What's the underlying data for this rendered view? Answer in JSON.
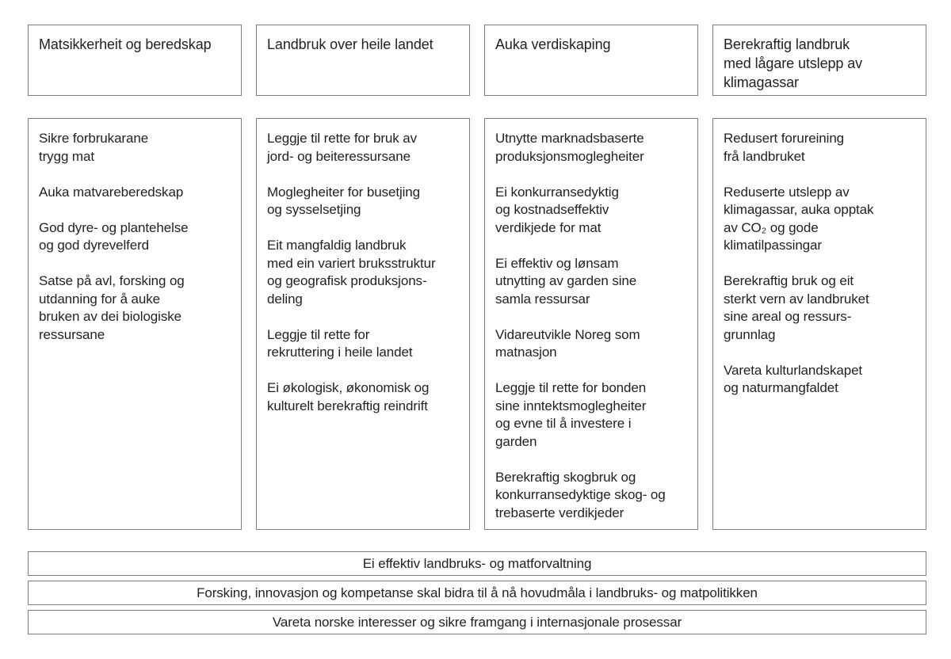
{
  "columns": [
    {
      "header": "Matsikkerheit og beredskap",
      "items": [
        "Sikre forbrukarane\ntrygg mat",
        "Auka matvareberedskap",
        "God dyre- og plantehelse\nog god dyrevelferd",
        "Satse på avl, forsking og\nutdanning for å auke\nbruken av dei biologiske\nressursane"
      ]
    },
    {
      "header": "Landbruk over heile landet",
      "items": [
        "Leggje til rette for bruk av\njord- og beiteressursane",
        "Moglegheiter for busetjing\nog sysselsetjing",
        "Eit mangfaldig landbruk\nmed ein variert bruksstruktur\nog geografisk produksjons-\ndeling",
        "Leggje til rette for\nrekruttering i heile landet",
        "Ei økologisk, økonomisk og\nkulturelt berekraftig reindrift"
      ]
    },
    {
      "header": "Auka verdiskaping",
      "items": [
        "Utnytte marknadsbaserte\nproduksjonsmoglegheiter",
        "Ei konkurransedyktig\nog kostnadseffektiv\nverdikjede for mat",
        "Ei effektiv og lønsam\nutnytting av garden sine\nsamla ressursar",
        "Vidareutvikle Noreg som\nmatnasjon",
        "Leggje til rette for bonden\nsine inntektsmoglegheiter\nog evne til å investere i\ngarden",
        "Berekraftig skogbruk og\nkonkurransedyktige skog- og\ntrebaserte verdikjeder"
      ]
    },
    {
      "header": "Berekraftig landbruk\nmed lågare utslepp av\nklimagassar",
      "items": [
        "Redusert forureining\nfrå landbruket",
        "Reduserte utslepp av\nklimagassar, auka opptak\nav CO₂ og gode\nklimatilpassingar",
        "Berekraftig bruk og eit\nsterkt vern av landbruket\nsine areal og ressurs-\ngrunnlag",
        "Vareta kulturlandskapet\nog naturmangfaldet"
      ]
    }
  ],
  "bars": [
    "Ei effektiv landbruks- og matforvaltning",
    "Forsking, innovasjon og kompetanse skal bidra til å nå hovudmåla i landbruks- og matpolitikken",
    "Vareta norske interesser og sikre framgang i internasjonale prosessar"
  ],
  "colors": {
    "border": "#7d7d7d",
    "text": "#231f20",
    "background": "#ffffff"
  }
}
